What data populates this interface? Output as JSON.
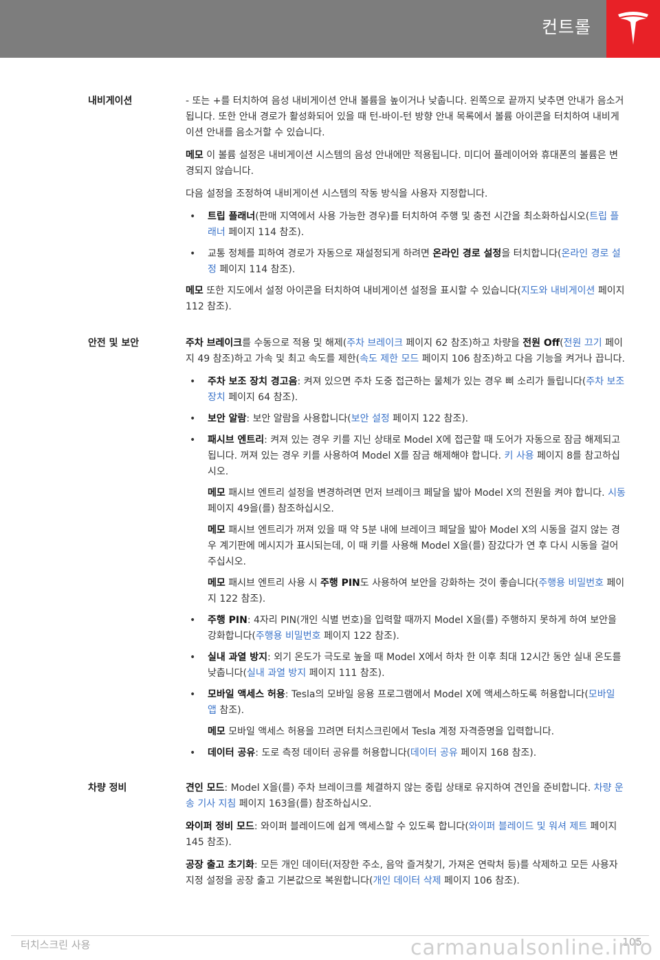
{
  "header": {
    "title": "컨트롤",
    "brand_color": "#e82127",
    "logo_icon": "tesla-logo-icon"
  },
  "sections": {
    "nav": {
      "title": "내비게이션",
      "p1": "- 또는 +를 터치하여 음성 내비게이션 안내 볼륨을 높이거나 낮춥니다. 왼쪽으로 끝까지 낮추면 안내가 음소거됩니다. 또한 안내 경로가 활성화되어 있을 때 턴-바이-턴 방향 안내 목록에서 볼륨 아이콘을 터치하여 내비게이션 안내를 음소거할 수 있습니다.",
      "memo_label": "메모",
      "p2": "이 볼륨 설정은 내비게이션 시스템의 음성 안내에만 적용됩니다. 미디어 플레이어와 휴대폰의 볼륨은 변경되지 않습니다.",
      "p3": "다음 설정을 조정하여 내비게이션 시스템의 작동 방식을 사용자 지정합니다.",
      "b1_bold": "트립 플래너",
      "b1_text": "(판매 지역에서 사용 가능한 경우)를 터치하여 주행 및 충전 시간을 최소화하십시오(",
      "b1_link": "트립 플래너",
      "b1_tail": " 페이지 114 참조).",
      "b2_text": "교통 정체를 피하여 경로가 자동으로 재설정되게 하려면 ",
      "b2_bold": "온라인 경로 설정",
      "b2_text2": "을 터치합니다(",
      "b2_link": "온라인 경로 설정",
      "b2_tail": " 페이지 114 참조).",
      "p4": "또한 지도에서 설정 아이콘을 터치하여 내비게이션 설정을 표시할 수 있습니다(",
      "p4_link": "지도와 내비게이션",
      "p4_tail": " 페이지 112 참조)."
    },
    "safety": {
      "title": "안전 및 보안",
      "intro_bold1": "주차 브레이크",
      "intro_t1": "를 수동으로 적용 및 해제(",
      "intro_link1": "주차 브레이크",
      "intro_t2": " 페이지 62 참조)하고 차량을 ",
      "intro_bold2": "전원 Off",
      "intro_t3": "(",
      "intro_link2": "전원 끄기",
      "intro_t4": " 페이지 49 참조)하고 가속 및 최고 속도를 제한(",
      "intro_link3": "속도 제한 모드",
      "intro_t5": " 페이지 106 참조)하고 다음 기능을 켜거나 끕니다.",
      "s1_bold": "주차 보조 장치 경고음",
      "s1_text": ": 켜져 있으면 주차 도중 접근하는 물체가 있는 경우 삐 소리가 들립니다(",
      "s1_link": "주차 보조 장치",
      "s1_tail": " 페이지 64 참조).",
      "s2_bold": "보안 알람",
      "s2_text": ": 보안 알람을 사용합니다(",
      "s2_link": "보안 설정",
      "s2_tail": " 페이지 122 참조).",
      "s3_bold": "패시브 엔트리",
      "s3_text": ": 켜져 있는 경우 키를 지닌 상태로 Model X에 접근할 때 도어가 자동으로 잠금 해제되고 됩니다. 꺼져 있는 경우 키를 사용하여 Model X를 잠금 해제해야 합니다. ",
      "s3_link": "키 사용",
      "s3_tail": " 페이지 8를 참고하십시오.",
      "s3_memo1": "패시브 엔트리 설정을 변경하려면 먼저 브레이크 페달을 밟아 Model X의 전원을 켜야 합니다. ",
      "s3_memo1_link": "시동",
      "s3_memo1_tail": " 페이지 49을(를) 참조하십시오.",
      "s3_memo2": "패시브 엔트리가 꺼져 있을 때 약 5분 내에 브레이크 페달을 밟아 Model X의 시동을 걸지 않는 경우 계기판에 메시지가 표시되는데, 이 때 키를 사용해 Model X을(를) 잠갔다가 연 후 다시 시동을 걸어주십시오.",
      "s3_memo3": "패시브 엔트리 사용 시 ",
      "s3_memo3_bold": "주행 PIN",
      "s3_memo3_t2": "도 사용하여 보안을 강화하는 것이 좋습니다(",
      "s3_memo3_link": "주행용 비밀번호",
      "s3_memo3_tail": " 페이지 122 참조).",
      "s4_bold": "주행 PIN",
      "s4_text": ": 4자리 PIN(개인 식별 번호)을 입력할 때까지 Model X을(를) 주행하지 못하게 하여 보안을 강화합니다(",
      "s4_link": "주행용 비밀번호",
      "s4_tail": " 페이지 122 참조).",
      "s5_bold": "실내 과열 방지",
      "s5_text": ": 외기 온도가 극도로 높을 때 Model X에서 하차 한 이후 최대 12시간 동안 실내 온도를 낮춥니다(",
      "s5_link": "실내 과열 방지",
      "s5_tail": " 페이지 111 참조).",
      "s6_bold": "모바일 액세스 허용",
      "s6_text": ": Tesla의 모바일 응용 프로그램에서 Model X에 액세스하도록 허용합니다(",
      "s6_link": "모바일 앱",
      "s6_tail": " 참조).",
      "s6_memo": "모바일 액세스 허용을 끄려면 터치스크린에서 Tesla 계정 자격증명을 입력합니다.",
      "s7_bold": "데이터 공유",
      "s7_text": ": 도로 측정 데이터 공유를 허용합니다(",
      "s7_link": "데이터 공유",
      "s7_tail": " 페이지 168 참조)."
    },
    "maintenance": {
      "title": "차량 정비",
      "m1_bold": "견인 모드",
      "m1_text": ": Model X을(를) 주차 브레이크를 체결하지 않는 중립 상태로 유지하여 견인을 준비합니다. ",
      "m1_link": "차량 운송 기사 지침",
      "m1_tail": " 페이지 163을(를) 참조하십시오.",
      "m2_bold": "와이퍼 정비 모드",
      "m2_text": ": 와이퍼 블레이드에 쉽게 액세스할 수 있도록 합니다(",
      "m2_link": "와이퍼 블레이드 및 워셔 제트",
      "m2_tail": " 페이지 145 참조).",
      "m3_bold": "공장 출고 초기화",
      "m3_text": ": 모든 개인 데이터(저장한 주소, 음악 즐겨찾기, 가져온 연락처 등)를 삭제하고 모든 사용자 지정 설정을 공장 출고 기본값으로 복원합니다(",
      "m3_link": "개인 데이터 삭제",
      "m3_tail": " 페이지 106 참조)."
    }
  },
  "footer": {
    "left": "터치스크린 사용",
    "page": "105"
  },
  "watermark": "carmanualsonline.info"
}
